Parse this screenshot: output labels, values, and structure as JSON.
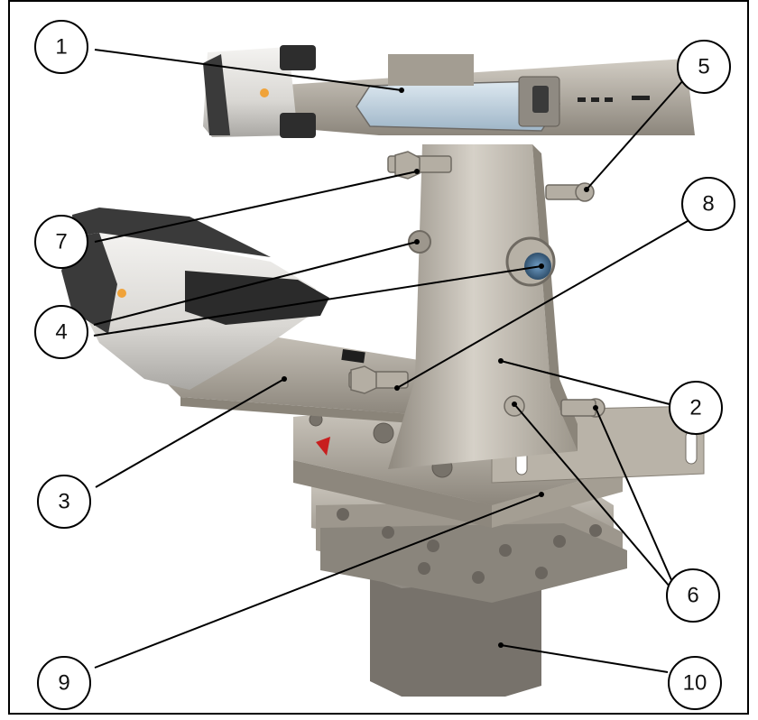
{
  "figure": {
    "callouts": [
      {
        "id": "c1",
        "label": "1"
      },
      {
        "id": "c2",
        "label": "2"
      },
      {
        "id": "c3",
        "label": "3"
      },
      {
        "id": "c4",
        "label": "4"
      },
      {
        "id": "c5",
        "label": "5"
      },
      {
        "id": "c6",
        "label": "6"
      },
      {
        "id": "c7",
        "label": "7"
      },
      {
        "id": "c8",
        "label": "8"
      },
      {
        "id": "c9",
        "label": "9"
      },
      {
        "id": "c10",
        "label": "10"
      }
    ]
  },
  "colors": {
    "steel_light": "#c9c4bb",
    "steel_mid": "#a9a398",
    "steel_dark": "#7d776d",
    "housing_light": "#e9e7e3",
    "housing_dark": "#2c2c2c",
    "indicator_orange": "#f0a33a",
    "indicator_red": "#c81e1e",
    "window_blue": "#4e7fa8"
  }
}
